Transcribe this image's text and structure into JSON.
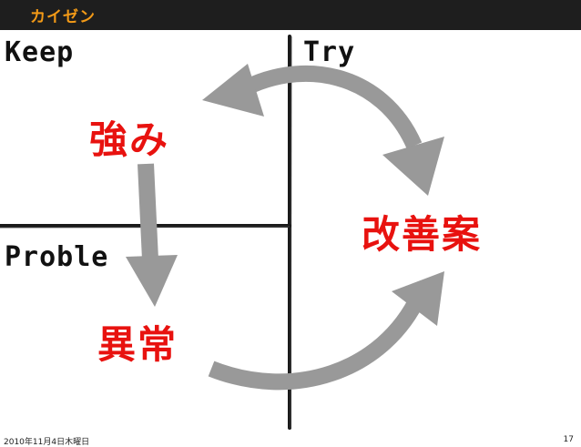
{
  "header": {
    "title": "カイゼン",
    "accent_color": "#f39a17",
    "bar_color": "#1e1e1e"
  },
  "quadrants": {
    "keep": "Keep",
    "try": "Try",
    "problem": "Proble"
  },
  "items": {
    "strength": "強み",
    "improvement": "改善案",
    "anomaly": "異常"
  },
  "item_color": "#e8120f",
  "arrow_color": "#999999",
  "footer": {
    "date": "2010年11月4日木曜日",
    "page": "17"
  }
}
